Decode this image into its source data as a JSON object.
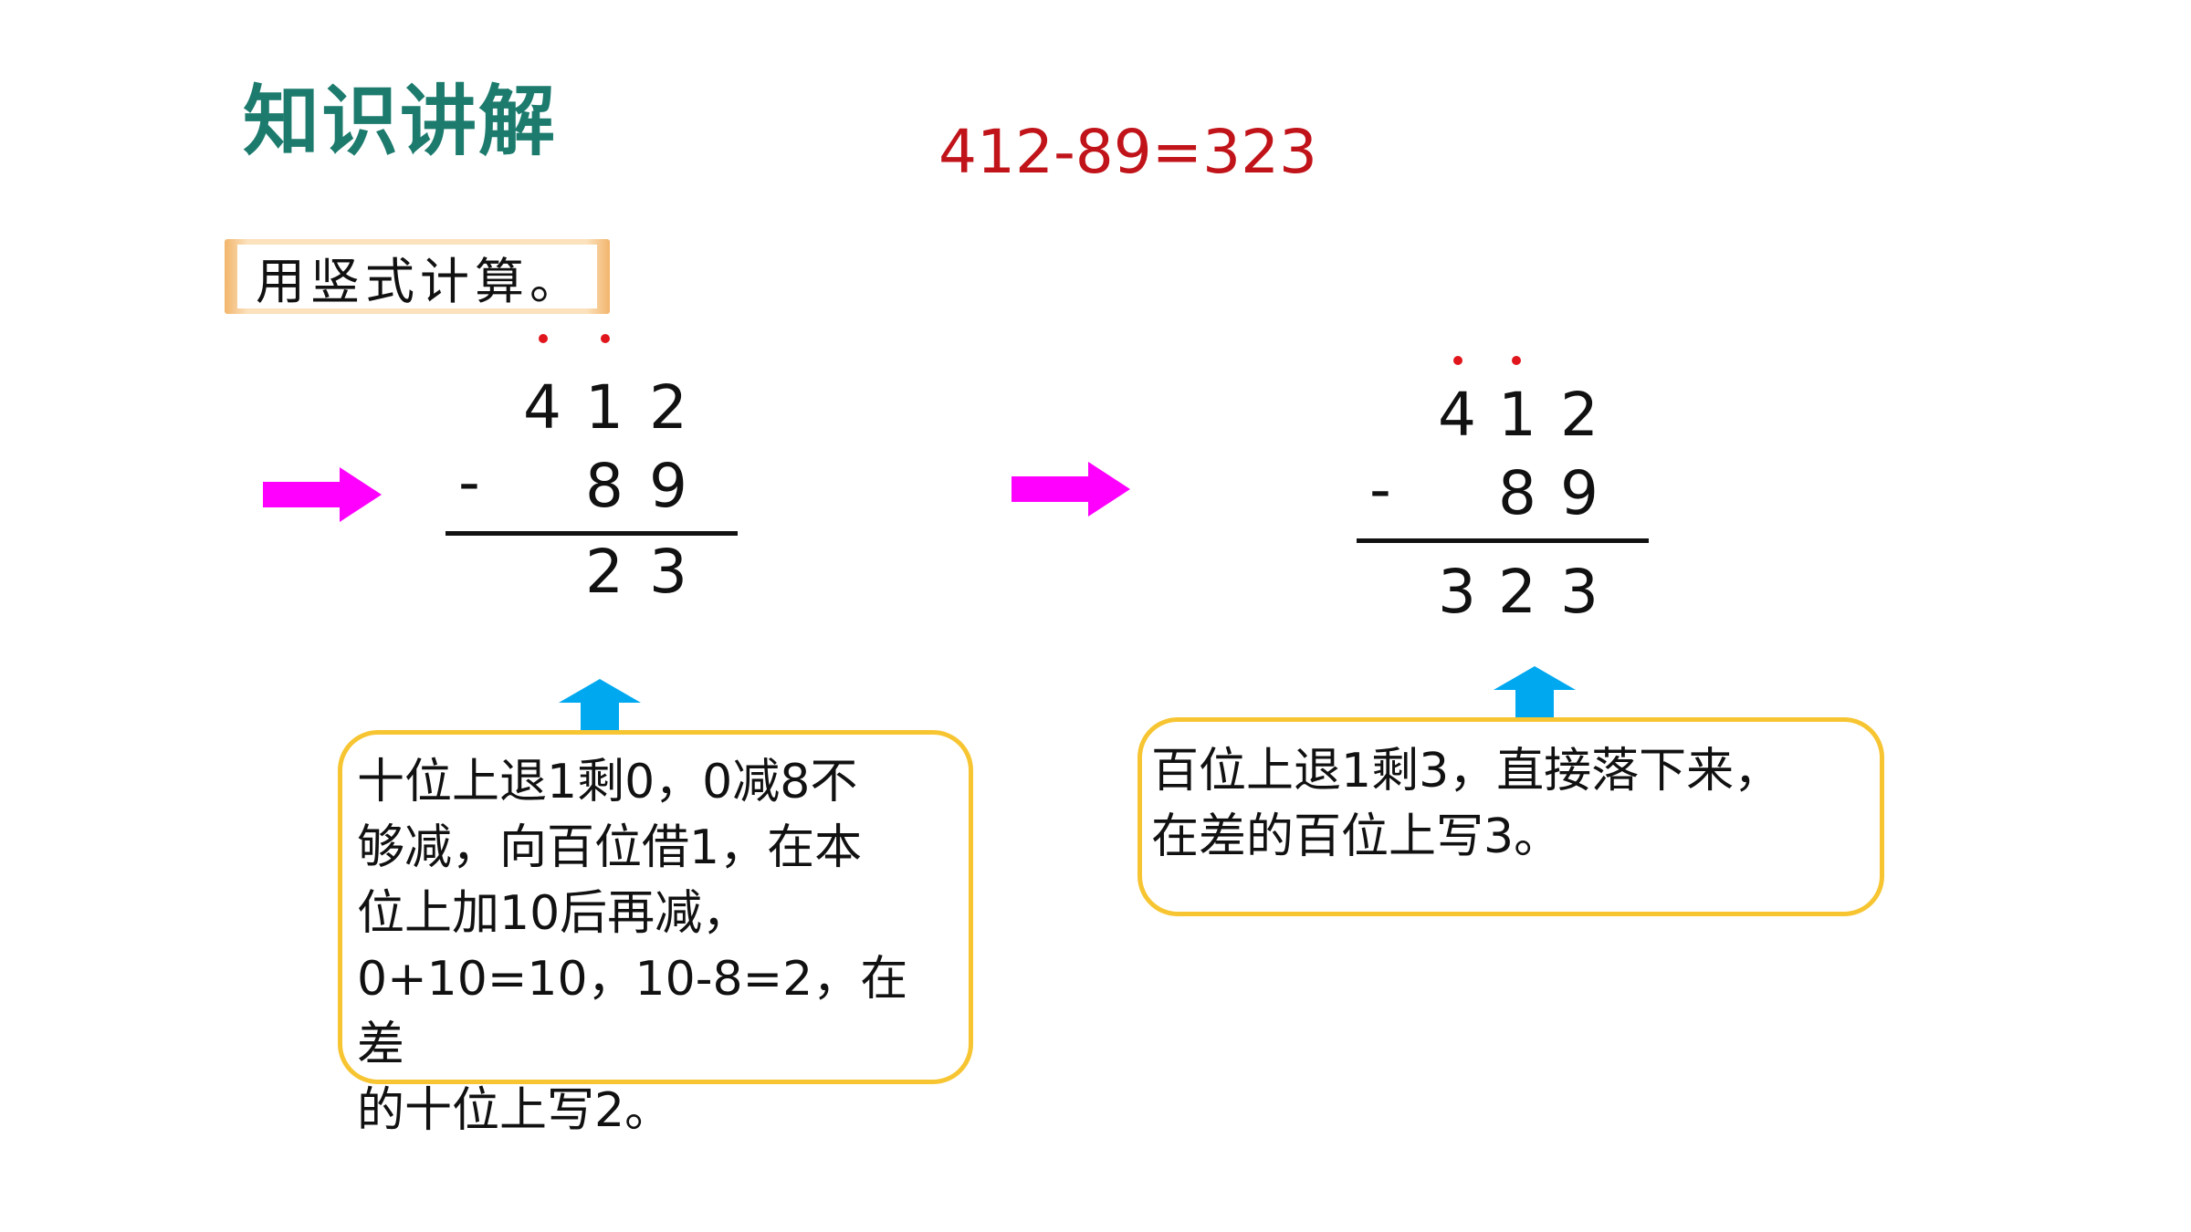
{
  "heading": "知识讲解",
  "equation": "412-89=323",
  "banner": "用竖式计算。",
  "left_calc": {
    "top": [
      "4",
      "1",
      "2"
    ],
    "operator": "-",
    "bottom": [
      "8",
      "9"
    ],
    "result": [
      "2",
      "3"
    ]
  },
  "right_calc": {
    "top": [
      "4",
      "1",
      "2"
    ],
    "operator": "-",
    "bottom": [
      "8",
      "9"
    ],
    "result": [
      "3",
      "2",
      "3"
    ]
  },
  "left_note": {
    "lines": [
      "十位上退1剩0，0减8不",
      "够减，向百位借1，在本",
      "位上加10后再减，",
      "0+10=10，10-8=2，在差",
      "的十位上写2。"
    ]
  },
  "right_note": {
    "lines": [
      "百位上退1剩3，直接落下来，",
      "在差的百位上写3。"
    ]
  },
  "colors": {
    "heading": "#1d7b6e",
    "equation": "#c0141a",
    "arrow_right": "#ff00ff",
    "arrow_up": "#00a8f0",
    "bubble_border": "#f7c531",
    "borrow_dot": "#e0161c"
  }
}
